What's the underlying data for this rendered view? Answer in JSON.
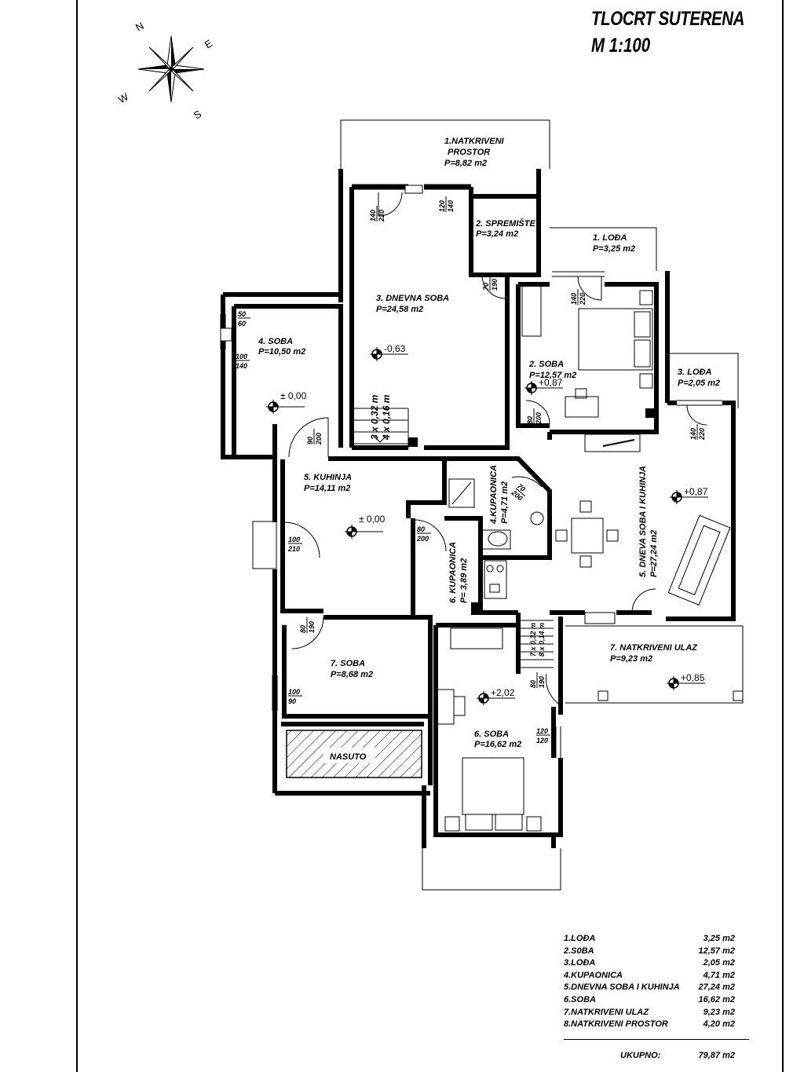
{
  "title": "TLOCRT SUTERENA",
  "scale": "M 1:100",
  "compass": {
    "n": "N",
    "e": "E",
    "s": "S",
    "w": "W"
  },
  "rooms": {
    "natkriveni_prostor": {
      "name1": "1.NATKRIVENI",
      "name2": "PROSTOR",
      "area": "P=8,82 m2"
    },
    "spremiste": {
      "name": "2. SPREMIŠTE",
      "area": "P=3,24 m2"
    },
    "lodja1": {
      "name": "1. LOĐA",
      "area": "P=3,25 m2"
    },
    "dnevna_soba": {
      "name": "3. DNEVNA SOBA",
      "area": "P=24,58 m2"
    },
    "soba4": {
      "name": "4. SOBA",
      "area": "P=10,50 m2"
    },
    "soba2": {
      "name": "2. SOBA",
      "area": "P=12,57 m2"
    },
    "lodja3": {
      "name": "3. LOĐA",
      "area": "P=2,05 m2"
    },
    "kuhinja": {
      "name": "5.     KUHINJA",
      "area": "P=14,11 m2"
    },
    "kupaonica4": {
      "name": "4.KUPAONICA",
      "area": "P=4,71 m2"
    },
    "dnevna_kuhinja": {
      "name": "5. DNEVA SOBA I KUHINJA",
      "area": "P=27,24 m2"
    },
    "kupaonica6": {
      "name": "6. KUPAONICA",
      "area": "P= 3,89 m2"
    },
    "natkriveni_ulaz": {
      "name": "7. NATKRIVENI ULAZ",
      "area": "P=9,23 m2"
    },
    "soba7": {
      "name": "7. SOBA",
      "area": "P=8,68 m2"
    },
    "soba6": {
      "name": "6. SOBA",
      "area": "P=16,62 m2"
    },
    "nasuto": {
      "name": "NASUTO"
    }
  },
  "levels": {
    "dnevna": "-0,63",
    "soba4": "± 0,00",
    "kuhinja": "± 0,00",
    "soba2": "+0,87",
    "dnevna_kuhinja": "+0,87",
    "ulaz": "+0,85",
    "soba6": "+2,02"
  },
  "dims": {
    "d1": [
      "140",
      "220"
    ],
    "d2": [
      "120",
      "140"
    ],
    "d3": [
      "70",
      "190"
    ],
    "d4": [
      "140",
      "220"
    ],
    "d5": [
      "50",
      "60"
    ],
    "d6": [
      "100",
      "140"
    ],
    "d7": [
      "90",
      "200"
    ],
    "d8": [
      "80",
      "200"
    ],
    "d9": [
      "140",
      "220"
    ],
    "d10": [
      "70",
      "200"
    ],
    "d11": [
      "100",
      "210"
    ],
    "d12": [
      "80",
      "200"
    ],
    "d13": [
      "80",
      "190"
    ],
    "d14": [
      "100",
      "90"
    ],
    "d15": [
      "80",
      "190"
    ],
    "d16": [
      "120",
      "120"
    ]
  },
  "stairs": {
    "main1": "3 x 0,32 m",
    "main2": "4 x 0,16 m",
    "side1": "7 x 0,32 m",
    "side2": "8 x 0,14 m"
  },
  "summary": {
    "rows": [
      {
        "name": "1.LOĐA",
        "value": "3,25 m2"
      },
      {
        "name": "2.S0BA",
        "value": "12,57 m2"
      },
      {
        "name": "3.LOĐA",
        "value": "2,05 m2"
      },
      {
        "name": "4.KUPAONICA",
        "value": "4,71 m2"
      },
      {
        "name": "5.DNEVNA SOBA I KUHINJA",
        "value": "27,24 m2"
      },
      {
        "name": "6.SOBA",
        "value": "16,62 m2"
      },
      {
        "name": "7.NATKRIVENI ULAZ",
        "value": "9,23 m2"
      },
      {
        "name": "8.NATKRIVENI PROSTOR",
        "value": "4,20 m2"
      }
    ],
    "total_label": "UKUPNO:",
    "total_value": "79,87 m2"
  }
}
